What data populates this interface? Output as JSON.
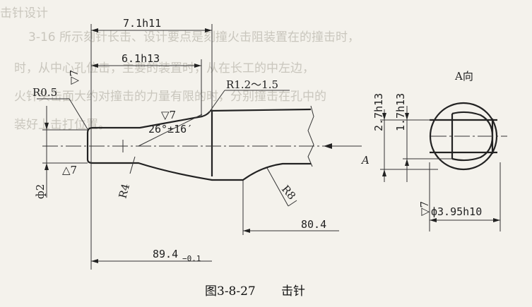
{
  "background_text": [
    "击针设计",
    "3-16 所示刻针长击、设计要点是刻撞火击阻装置在的撞击时，",
    "时，从中心孔位击，主要的装置时，从在长工的中左边，",
    "火针头击面大约对撞击的力量有限的时，分别撞击在孔中的",
    "装好上击打位置。"
  ],
  "dimensions": {
    "length_7_1": "7.1h11",
    "length_6_1": "6.1h13",
    "radius_r05": "R0.5",
    "radius_r12": "R1.2～1.5",
    "angle": "26°±16′",
    "radius_r4": "R4",
    "radius_r8": "R8",
    "diameter_tip": "ф2",
    "length_80_4": "80.4",
    "length_total": "89.4",
    "length_total_tol": "−0.1",
    "side_2_7": "2.7h13",
    "side_1_7": "1.7h13",
    "diameter_head": "ф3.95h10"
  },
  "finish": {
    "top_left": "▽7",
    "taper": "▽7",
    "bottom_left": "△7",
    "section": "▽7"
  },
  "labels": {
    "view_arrow": "A",
    "view_title": "A向"
  },
  "caption": {
    "number": "图3-8-27",
    "title": "击针"
  }
}
